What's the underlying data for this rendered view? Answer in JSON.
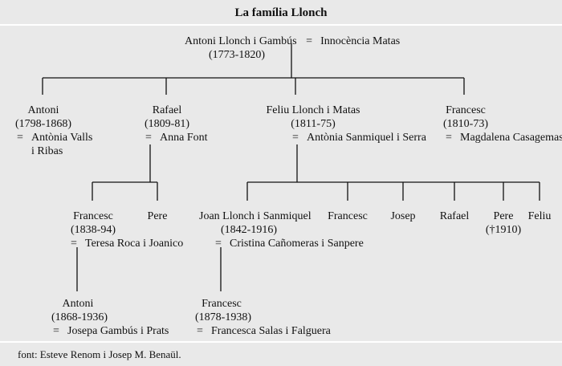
{
  "title": "La família Llonch",
  "footer": "font: Esteve Renom i Josep M. Benaül.",
  "root": {
    "name": "Antoni Llonch i Gambús",
    "eq": "=",
    "spouse": "Innocència Matas",
    "dates": "(1773-1820)"
  },
  "gen2": [
    {
      "name": "Antoni",
      "dates": "(1798-1868)",
      "eq": "=",
      "spouse": "Antònia Valls",
      "spouse2": "i Ribas"
    },
    {
      "name": "Rafael",
      "dates": "(1809-81)",
      "eq": "=",
      "spouse": "Anna Font"
    },
    {
      "name": "Feliu Llonch i Matas",
      "dates": "(1811-75)",
      "eq": "=",
      "spouse": "Antònia Sanmiquel i Serra"
    },
    {
      "name": "Francesc",
      "dates": "(1810-73)",
      "eq": "=",
      "spouse": "Magdalena Casagemas"
    }
  ],
  "rafael_children": [
    {
      "name": "Francesc",
      "dates": "(1838-94)",
      "eq": "=",
      "spouse": "Teresa Roca i Joanico"
    },
    {
      "name": "Pere"
    }
  ],
  "feliu_children": [
    {
      "name": "Joan Llonch i Sanmiquel",
      "dates": "(1842-1916)",
      "eq": "=",
      "spouse": "Cristina Cañomeras i Sanpere"
    },
    {
      "name": "Francesc"
    },
    {
      "name": "Josep"
    },
    {
      "name": "Rafael"
    },
    {
      "name": "Pere",
      "dates": "(†1910)"
    },
    {
      "name": "Feliu"
    }
  ],
  "gen4": [
    {
      "name": "Antoni",
      "dates": "(1868-1936)",
      "eq": "=",
      "spouse": "Josepa Gambús i Prats"
    },
    {
      "name": "Francesc",
      "dates": "(1878-1938)",
      "eq": "=",
      "spouse": "Francesca Salas i Falguera"
    }
  ]
}
